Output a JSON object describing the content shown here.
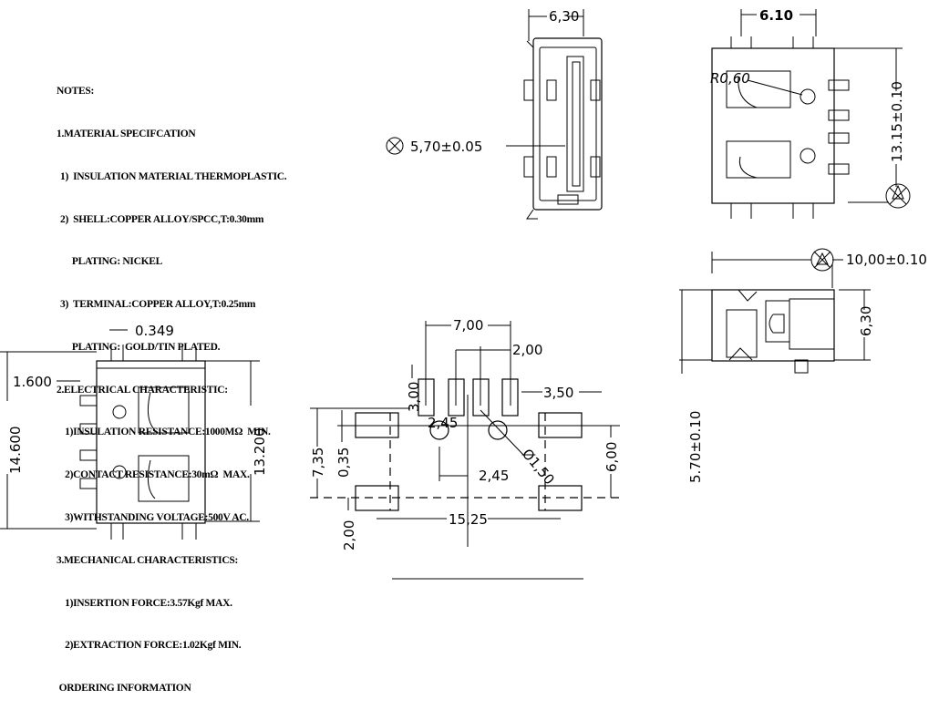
{
  "notes": {
    "title": "NOTES:",
    "lines": [
      "1.MATERIAL SPECIFCATION",
      "1)  INSULATION MATERIAL THERMOPLASTIC.",
      "2)  SHELL:COPPER ALLOY/SPCC,T:0.30mm",
      "     PLATING: NICKEL",
      "3)  TERMINAL:COPPER ALLOY,T:0.25mm",
      "     PLATING:  GOLD/TIN PLATED.",
      "2.ELECTRICAL CHARACTERISTIC:",
      "  1)INSULATION RESISTANCE:1000MΩ  MIN.",
      "  2)CONTACT RESISTANCE:30mΩ  MAX.",
      "  3)WITHSTANDING VOLTAGE:500V AC.",
      "3.MECHANICAL CHARACTERISTICS:",
      "  1)INSERTION FORCE:3.57Kgf MAX.",
      "  2)EXTRACTION FORCE:1.02Kgf MIN.",
      " ORDERING INFORMATION"
    ]
  },
  "front_view": {
    "width": "6,30",
    "height": "5,70±0.05"
  },
  "top_view": {
    "width": "6.10",
    "radius": "R0,60",
    "length": "13.15±0.10"
  },
  "side_view": {
    "length": "10,00±0.10",
    "height": "6,30",
    "total_height": "5.70±0.10"
  },
  "bottom_view": {
    "tab": "0.349",
    "offset": "1.600",
    "total_length": "14.600",
    "body_length": "13.200"
  },
  "footprint": {
    "pitch_outer": "7,00",
    "pitch": "2,00",
    "pad_length": "3,00",
    "pad_gap": "3,50",
    "hole_offset_top": "2,45",
    "hole_offset": "2,45",
    "hole_dia": "Ø1,50",
    "height_total": "7,35",
    "row_offset": "0,35",
    "row_spacing": "6,00",
    "span": "15,25",
    "pad_height": "2,00"
  }
}
